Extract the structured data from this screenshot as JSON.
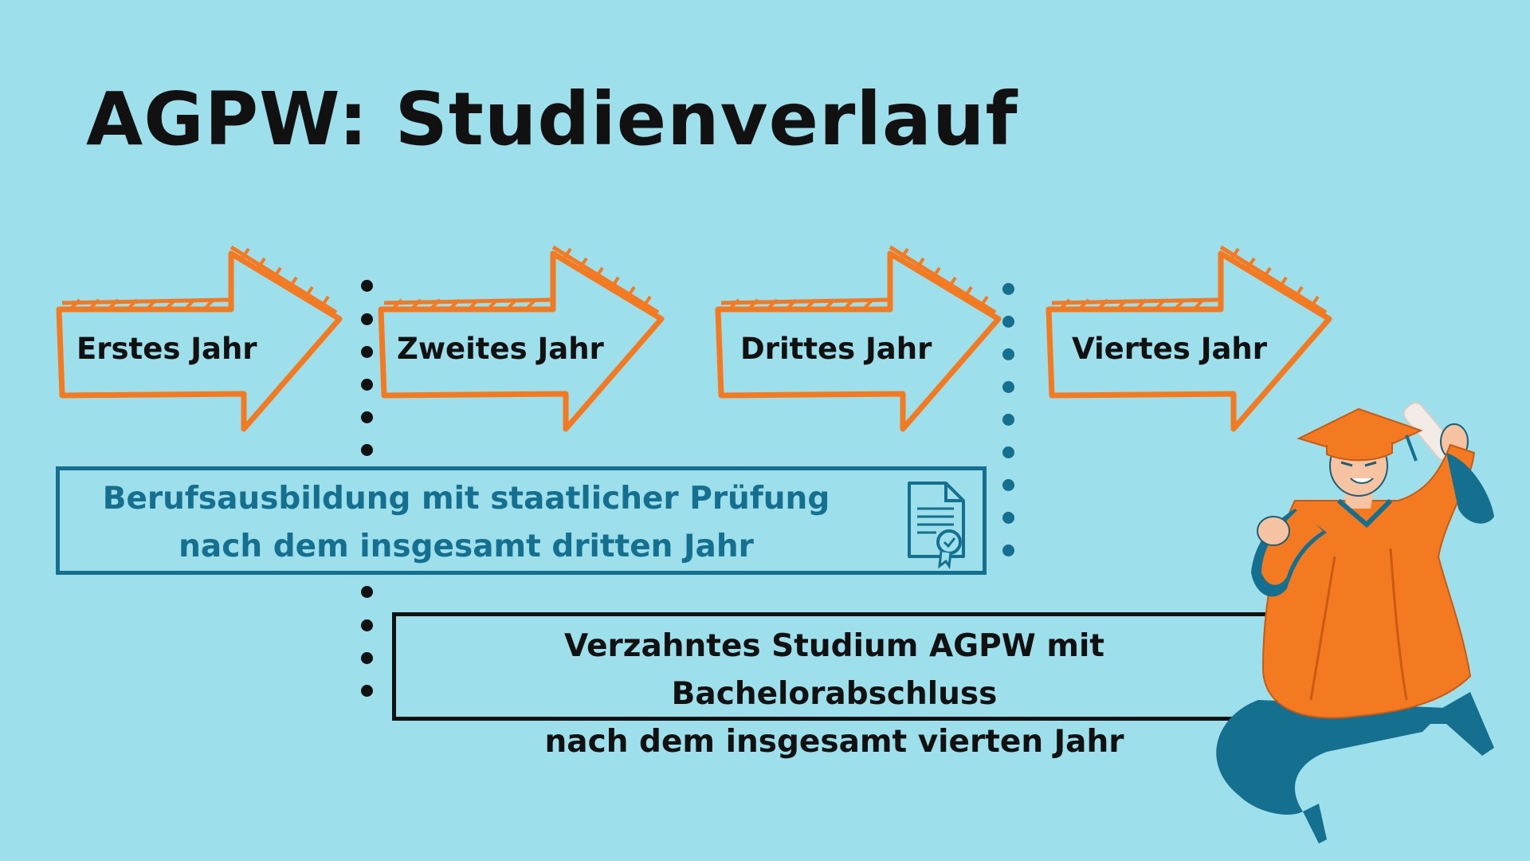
{
  "title": "AGPW: Studienverlauf",
  "years": [
    {
      "label": "Erstes Jahr"
    },
    {
      "label": "Zweites Jahr"
    },
    {
      "label": "Drittes Jahr"
    },
    {
      "label": "Viertes Jahr"
    }
  ],
  "training_box": {
    "line1": "Berufsausbildung mit staatlicher Prüfung",
    "line2": "nach dem insgesamt dritten Jahr"
  },
  "study_box": {
    "line1": "Verzahntes Studium AGPW mit Bachelorabschluss",
    "line2": "nach dem insgesamt vierten Jahr"
  },
  "icons": {
    "training": "certificate-document-icon",
    "illustration": "graduate-illustration"
  },
  "colors": {
    "background": "#9ddfea",
    "arrow": "#f47a22",
    "training": "#156f8f",
    "text": "#111111"
  }
}
